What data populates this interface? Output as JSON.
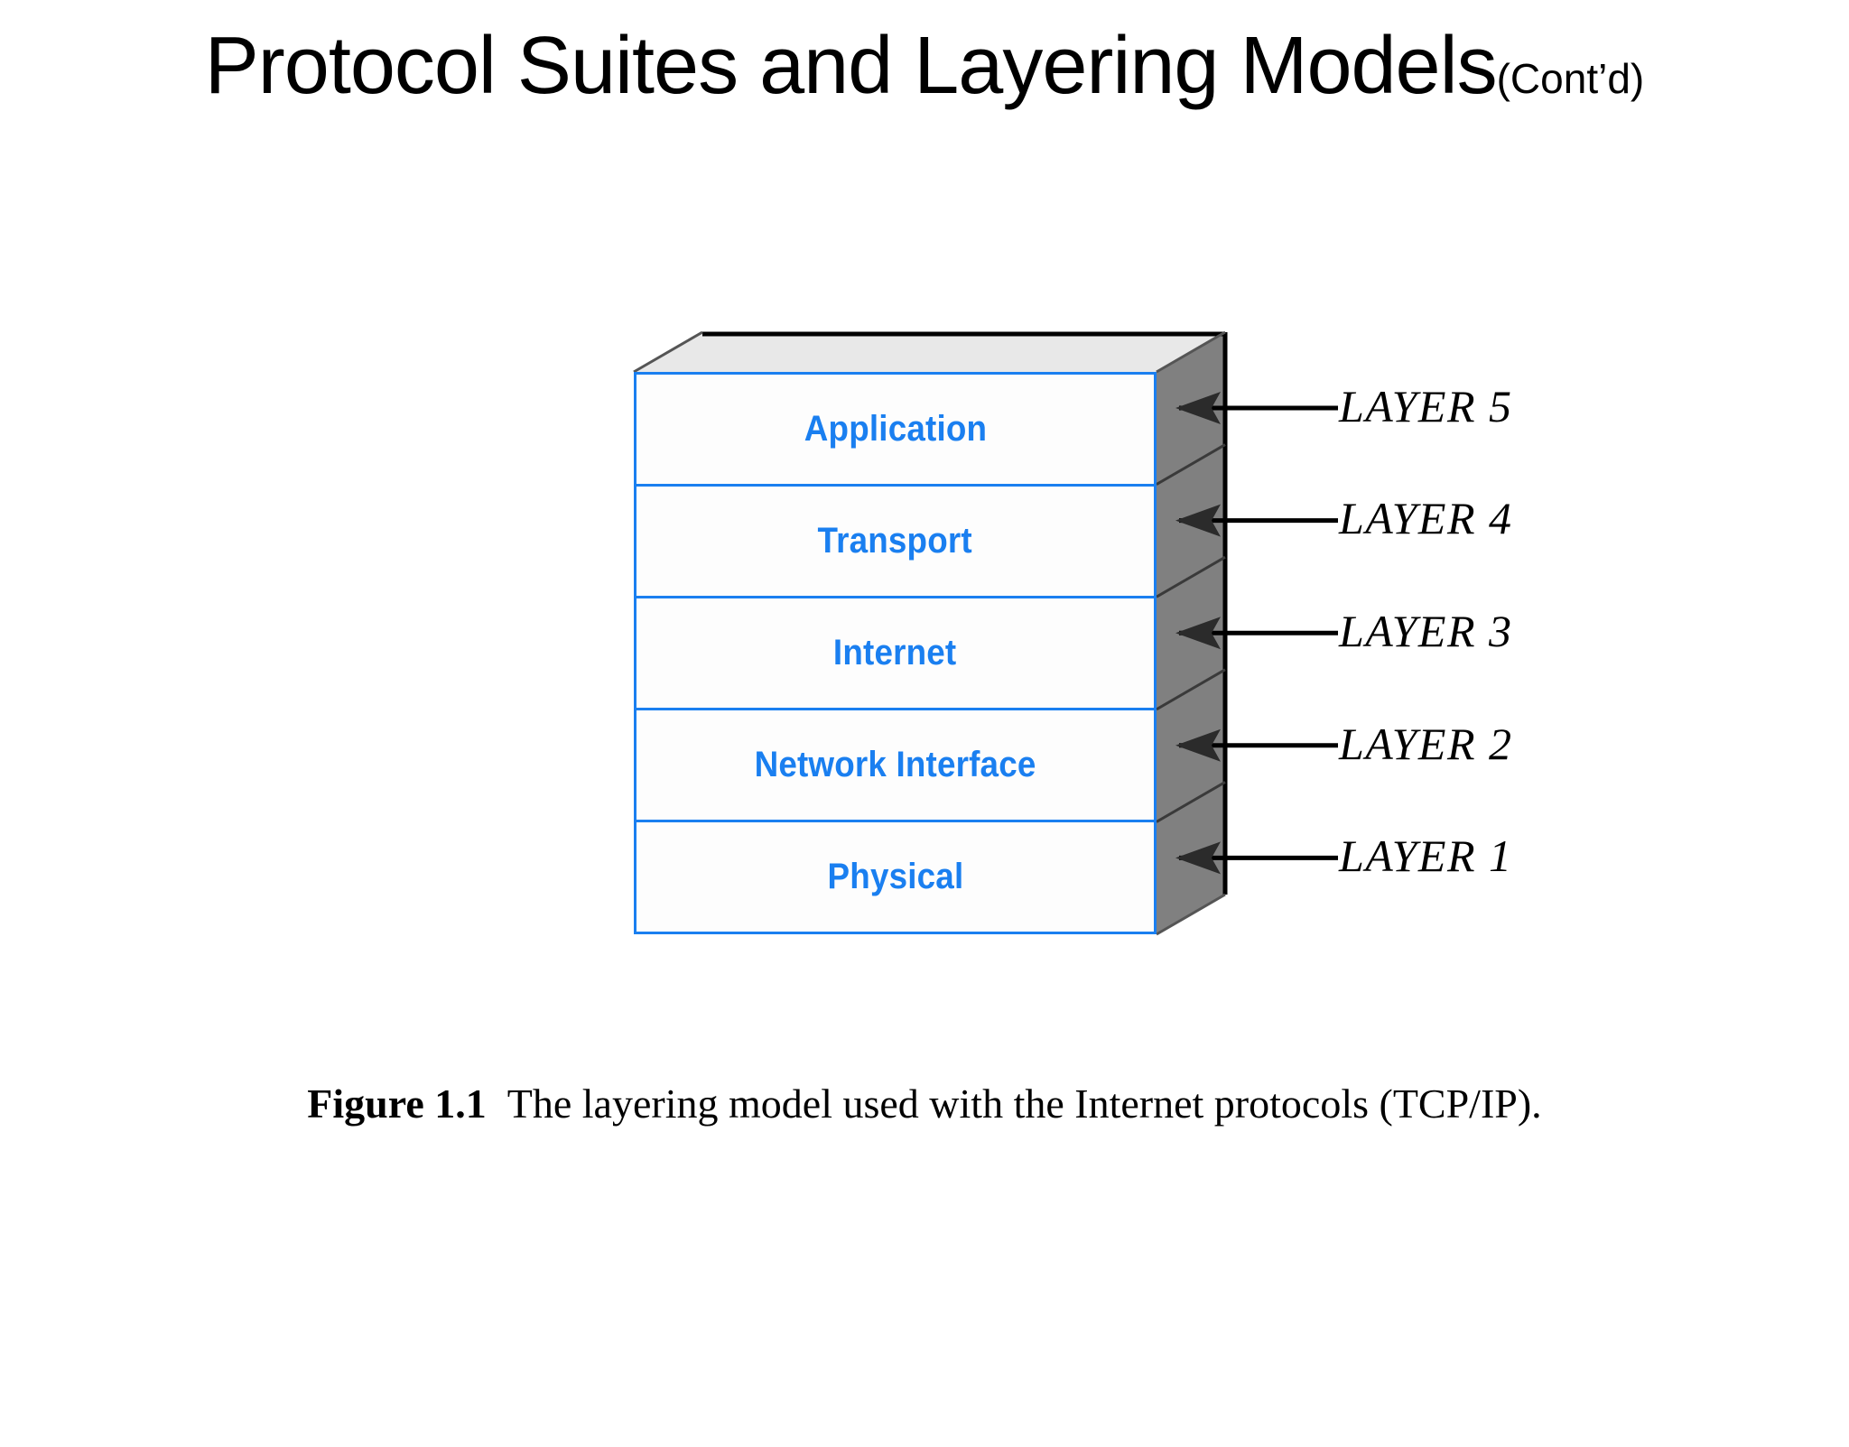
{
  "slide": {
    "title_main": "Protocol Suites and Layering Models",
    "title_suffix": "(Cont’d)"
  },
  "figure": {
    "caption_label": "Figure 1.1",
    "caption_text": "The layering model used with the Internet protocols (TCP/IP).",
    "layers": [
      {
        "name": "Application",
        "callout": "LAYER 5"
      },
      {
        "name": "Transport",
        "callout": "LAYER 4"
      },
      {
        "name": "Internet",
        "callout": "LAYER 3"
      },
      {
        "name": "Network Interface",
        "callout": "LAYER 2"
      },
      {
        "name": "Physical",
        "callout": "LAYER 1"
      }
    ],
    "colors": {
      "layer_text": "#1a7ff0",
      "layer_border": "#1a7ff0",
      "front_face": "#fdfdfd",
      "top_face": "#e8e8e8",
      "side_face": "#808080",
      "outline": "#000000",
      "arrow": "#000000"
    }
  }
}
